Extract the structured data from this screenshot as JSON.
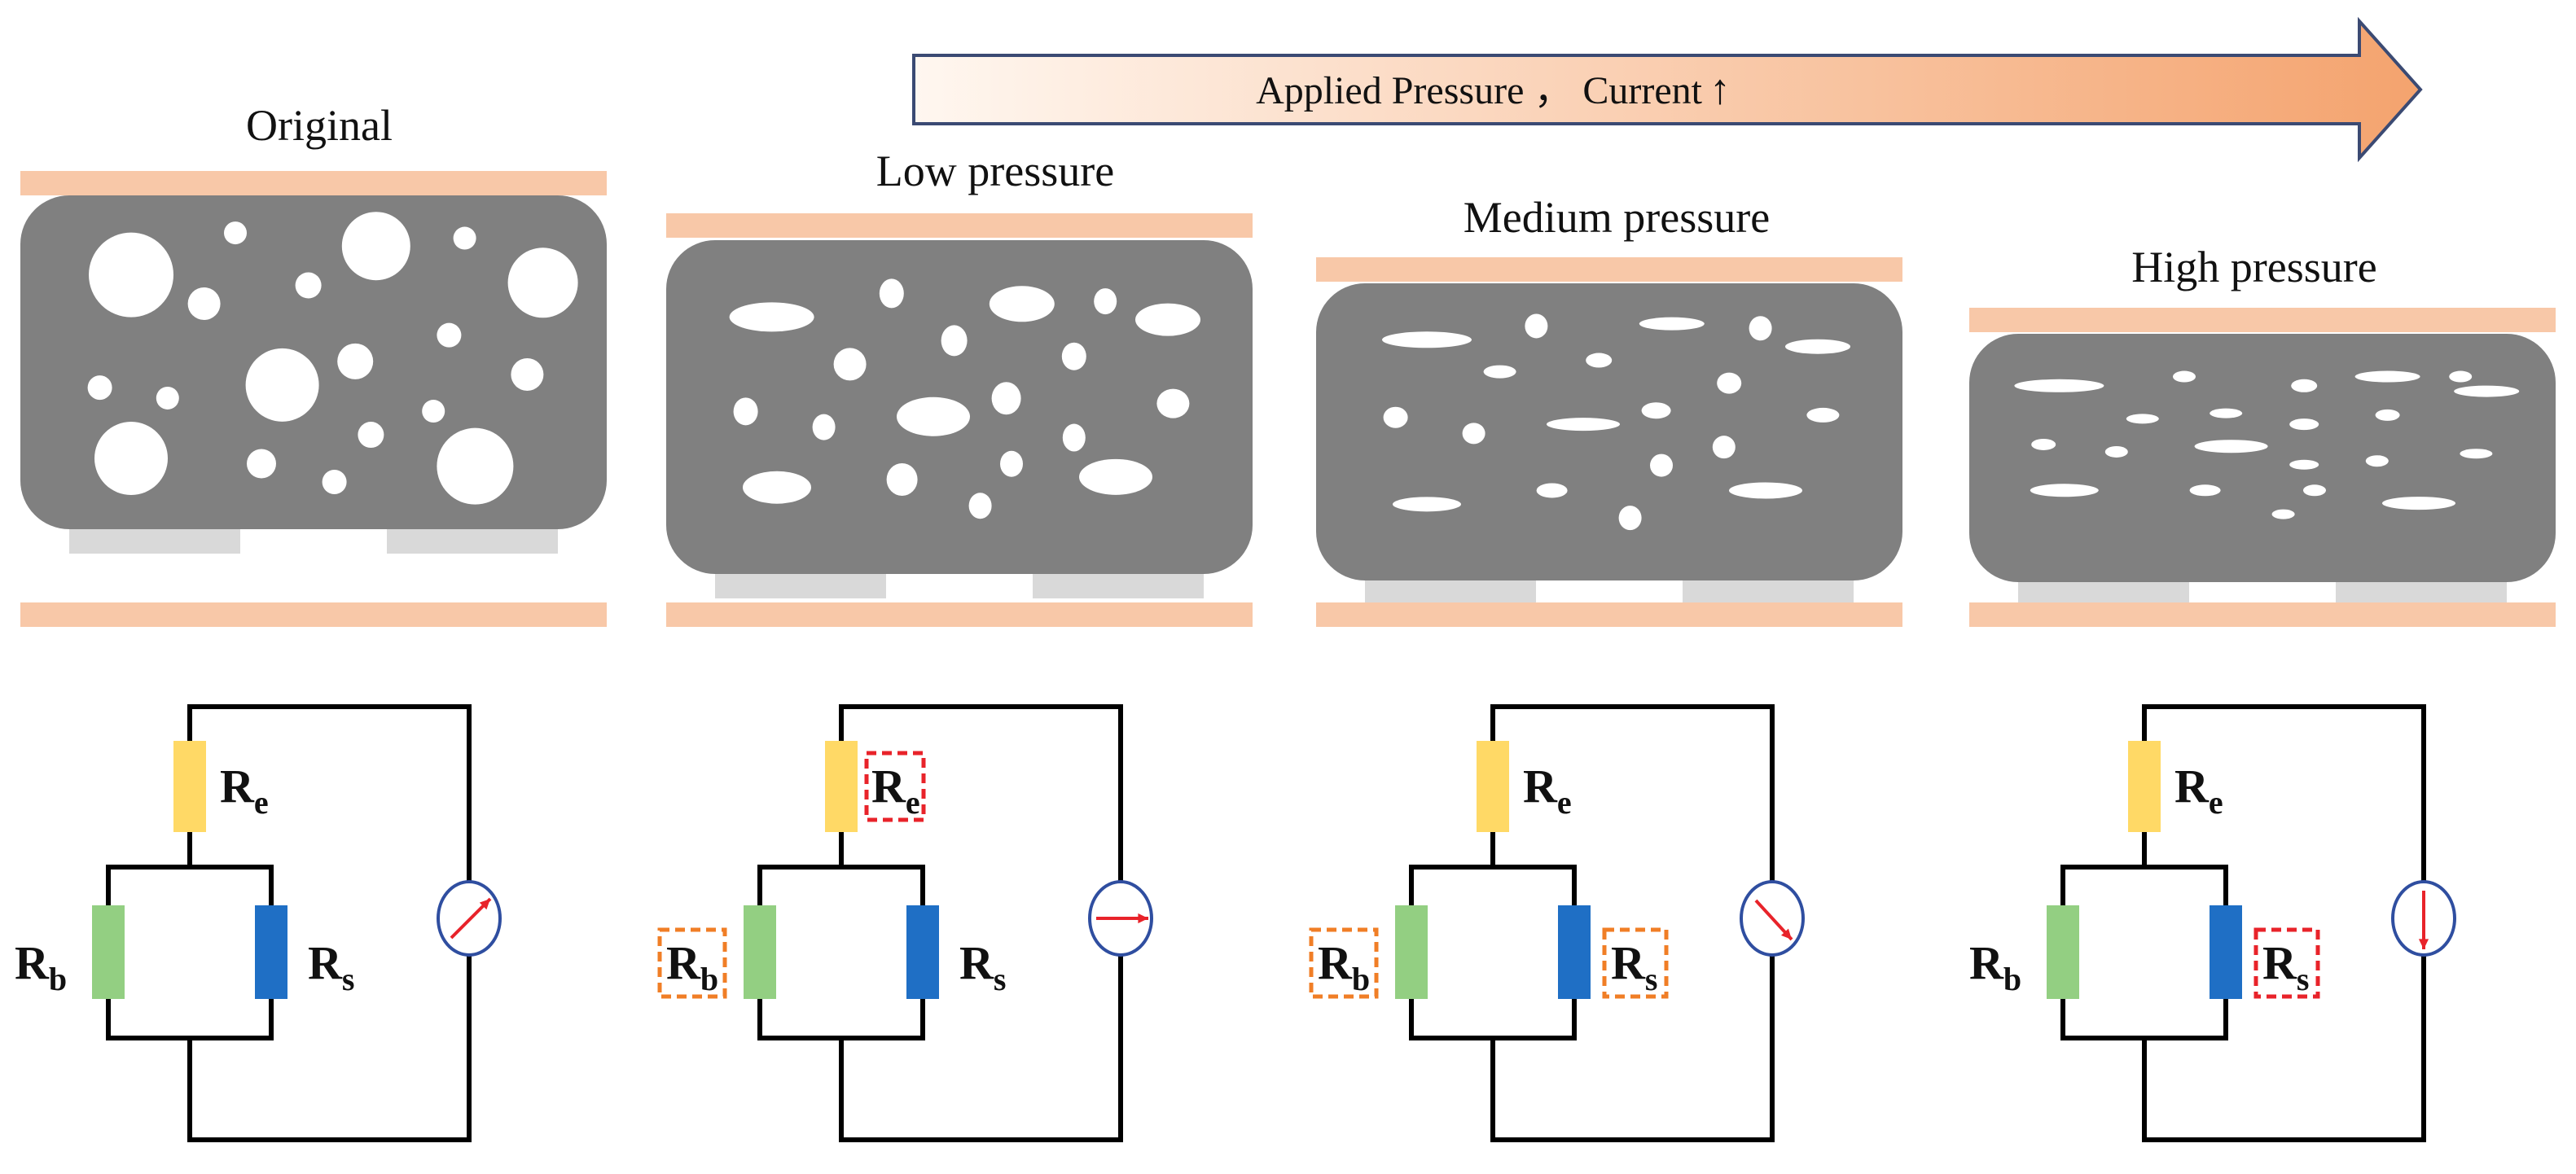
{
  "arrow": {
    "label": "Applied Pressure ，  Current",
    "up_arrow_symbol": "↑"
  },
  "panels": [
    {
      "id": "original",
      "title": "Original",
      "pore_shape": "circle",
      "dial_direction": "up-right",
      "highlights": {
        "re": "none",
        "rb": "none",
        "rs": "none"
      }
    },
    {
      "id": "low",
      "title": "Low pressure",
      "pore_shape": "ellipse-slight",
      "dial_direction": "right",
      "highlights": {
        "re": "red",
        "rb": "orange",
        "rs": "none"
      }
    },
    {
      "id": "medium",
      "title": "Medium pressure",
      "pore_shape": "ellipse-flat",
      "dial_direction": "down-right",
      "highlights": {
        "re": "none",
        "rb": "orange",
        "rs": "orange"
      }
    },
    {
      "id": "high",
      "title": "High pressure",
      "pore_shape": "ellipse-flatter",
      "dial_direction": "down",
      "highlights": {
        "re": "none",
        "rb": "none",
        "rs": "red"
      }
    }
  ],
  "labels": {
    "re": {
      "main": "R",
      "sub": "e"
    },
    "rb": {
      "main": "R",
      "sub": "b"
    },
    "rs": {
      "main": "R",
      "sub": "s"
    }
  },
  "colors": {
    "plate": "#f8c8a8",
    "sponge": "#808080",
    "contact_pad": "#d9d9d9",
    "resistor_e": "#ffd966",
    "resistor_b": "#93cf82",
    "resistor_s": "#1f6fc5",
    "highlight_red": "#e8232a",
    "highlight_orange": "#f07e26",
    "dial_border": "#2f4ea0",
    "dial_needle": "#e8232a",
    "arrow_start": "#fff7f0",
    "arrow_end": "#f4a36e",
    "arrow_border": "#3b4a73"
  },
  "icons": {
    "dial": "ammeter-dial-icon"
  }
}
